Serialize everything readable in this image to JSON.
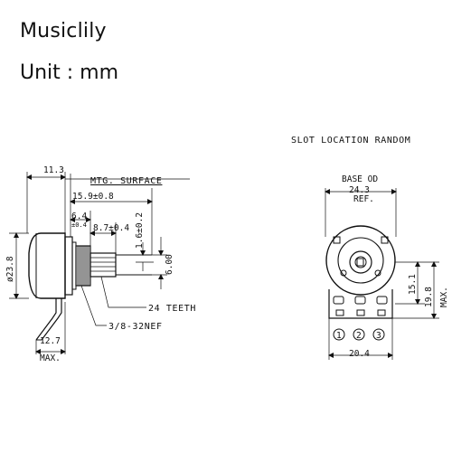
{
  "header": {
    "brand": "Musiclily",
    "unit": "Unit : mm"
  },
  "side_view": {
    "total_length": "11.3",
    "mounting_surface": "MTG. SURFACE",
    "shaft_length": "15.9±0.8",
    "bushing_length": "6.4",
    "bushing_tol": "±0.4",
    "knurl_length": "8.7±0.4",
    "flat_depth": "1.6±0.2",
    "shaft_dia": "6.00",
    "body_dia": "ø23.8",
    "teeth": "24 TEETH",
    "thread": "3/8-32NEF",
    "lug_drop": "12.7",
    "lug_drop_max": "MAX."
  },
  "rear_view": {
    "slot_note": "SLOT LOCATION RANDOM",
    "base_od": "BASE OD",
    "base_od_value": "24.3",
    "base_od_ref": "REF.",
    "height_a": "15.1",
    "height_b": "19.8",
    "height_b_max": "MAX.",
    "lug_span": "20.4",
    "terminals": [
      "1",
      "2",
      "3"
    ]
  }
}
